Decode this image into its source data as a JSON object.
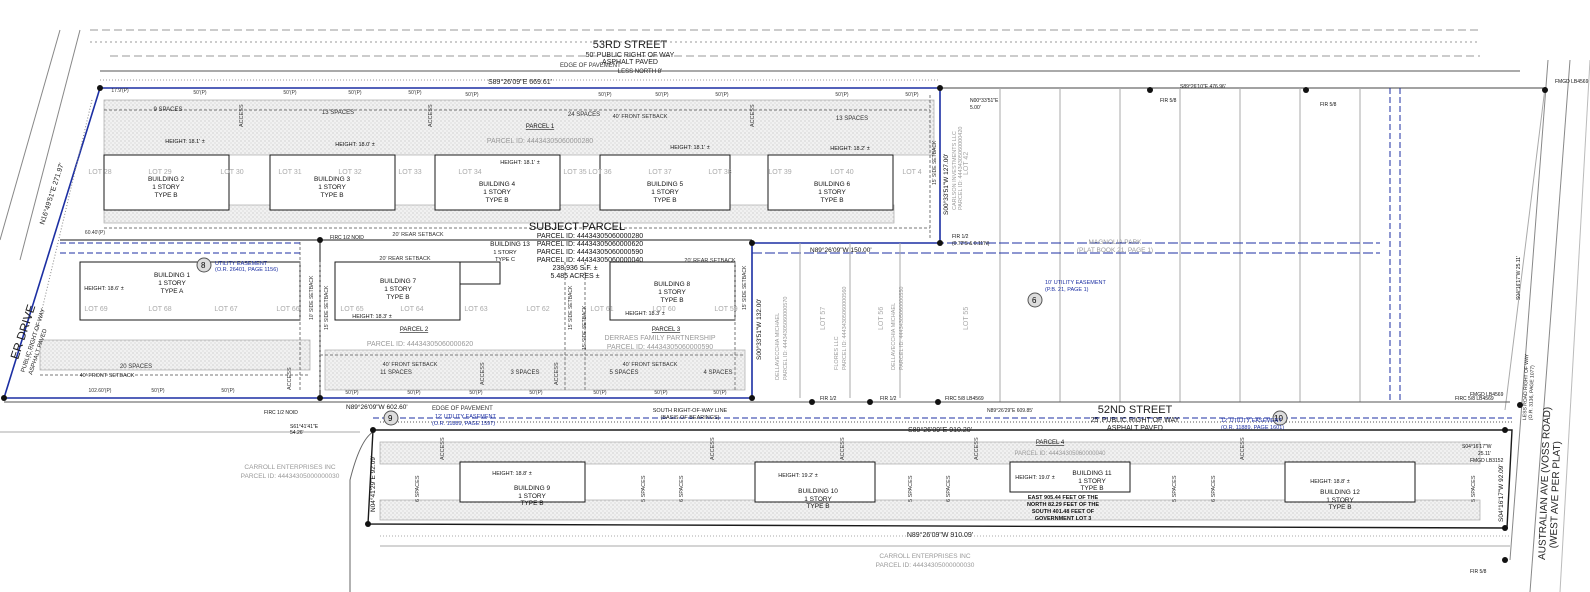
{
  "streets": {
    "north": {
      "name": "53RD STREET",
      "row": "50' PUBLIC RIGHT OF WAY",
      "surface": "ASPHALT PAVED",
      "less": "LESS NORTH 8'",
      "edge": "EDGE OF PAVEMENT",
      "bearing": "S89°26'09\"E  669.61'"
    },
    "south": {
      "name": "52ND STREET",
      "row": "25' PUBLIC RIGHT OF WAY",
      "surface": "ASPHALT PAVED",
      "edge": "EDGE OF PAVEMENT",
      "bearing": "S89°26'09\"E  910.20'",
      "bottom_bearing": "N89°26'09\"W  910.09'",
      "row_line": "SOUTH RIGHT-OF-WAY LINE",
      "basis": "(BASIS OF BEARINGS)",
      "top_dist": "N89°26'29\"E  609.85'"
    },
    "west": {
      "name": "ER DRIVE",
      "row": "PUBLIC RIGHT OF WAY",
      "surface": "ASPHALT PAVED",
      "bearing": "N16°49'51\"E  271.97'"
    },
    "east": {
      "line1": "AUSTRALIAN AVE (VOSS ROAD)",
      "line2": "(WEST AVE PER PLAT)",
      "less": "LESS ROAD RIGHT OF WAY",
      "or": "(O.R. 3136, PAGE 1077)"
    }
  },
  "subject": {
    "title": "SUBJECT PARCEL",
    "ids": [
      "PARCEL ID: 44434305060000280",
      "PARCEL ID: 44434305060000620",
      "PARCEL ID: 44434305060000590",
      "PARCEL ID: 44434305060000040"
    ],
    "area_sf": "238,936 S.F. ±",
    "area_ac": "5.485 ACRES ±"
  },
  "parcels": {
    "p1": "PARCEL 1",
    "p1_id": "PARCEL ID: 44434305060000280",
    "p2": "PARCEL 2",
    "p2_id": "PARCEL ID: 44434305060000620",
    "p3": "PARCEL 3",
    "p3_owner": "DERRAES FAMILY PARTNERSHIP",
    "p3_id": "PARCEL ID: 44434305060000590",
    "p4": "PARCEL 4",
    "p4_id": "PARCEL ID: 44434305060000040",
    "p4_note": [
      "EAST 905.44 FEET OF THE",
      "NORTH 82.29 FEET OF THE",
      "SOUTH 401.48 FEET OF",
      "GOVERNMENT LOT 3"
    ]
  },
  "buildings": [
    {
      "name": "BUILDING 1",
      "story": "1 STORY",
      "type": "TYPE A",
      "height": "HEIGHT: 18.6' ±"
    },
    {
      "name": "BUILDING 2",
      "story": "1 STORY",
      "type": "TYPE B",
      "height": "HEIGHT: 18.1' ±"
    },
    {
      "name": "BUILDING 3",
      "story": "1 STORY",
      "type": "TYPE B",
      "height": "HEIGHT: 18.0' ±"
    },
    {
      "name": "BUILDING 4",
      "story": "1 STORY",
      "type": "TYPE B",
      "height": "HEIGHT: 18.1' ±"
    },
    {
      "name": "BUILDING 5",
      "story": "1 STORY",
      "type": "TYPE B",
      "height": "HEIGHT: 18.1' ±"
    },
    {
      "name": "BUILDING 6",
      "story": "1 STORY",
      "type": "TYPE B",
      "height": "HEIGHT: 18.2' ±"
    },
    {
      "name": "BUILDING 7",
      "story": "1 STORY",
      "type": "TYPE B",
      "height": "HEIGHT: 18.3' ±"
    },
    {
      "name": "BUILDING 8",
      "story": "1 STORY",
      "type": "TYPE B",
      "height": "HEIGHT: 18.3' ±"
    },
    {
      "name": "BUILDING 9",
      "story": "1 STORY",
      "type": "TYPE B",
      "height": "HEIGHT: 18.8' ±"
    },
    {
      "name": "BUILDING 10",
      "story": "1 STORY",
      "type": "TYPE B",
      "height": "HEIGHT: 19.2' ±"
    },
    {
      "name": "BUILDING 11",
      "story": "1 STORY",
      "type": "TYPE B",
      "height": "HEIGHT: 19.0' ±"
    },
    {
      "name": "BUILDING 12",
      "story": "1 STORY",
      "type": "TYPE B",
      "height": "HEIGHT: 18.8' ±"
    },
    {
      "name": "BUILDING 13",
      "story": "1 STORY",
      "type": "TYPE C",
      "height": ""
    }
  ],
  "lots": {
    "top": [
      "LOT 28",
      "LOT 29",
      "LOT 30",
      "LOT 31",
      "LOT 32",
      "LOT 33",
      "LOT 34",
      "LOT 35",
      "LOT 36",
      "LOT 37",
      "LOT 38",
      "LOT 39",
      "LOT 40",
      "LOT 4"
    ],
    "mid": [
      "LOT 69",
      "LOT 68",
      "LOT 67",
      "LOT 66",
      "LOT 65",
      "LOT 64",
      "LOT 63",
      "LOT 62",
      "LOT 61",
      "LOT 60",
      "LOT 59"
    ],
    "east": [
      "LOT 42",
      "LOT 57",
      "LOT 56",
      "LOT 55"
    ]
  },
  "spaces": {
    "s9": "9 SPACES",
    "s13a": "13 SPACES",
    "s24": "24 SPACES",
    "s13b": "13 SPACES",
    "s20": "20 SPACES",
    "s11": "11 SPACES",
    "s3": "3 SPACES",
    "s5": "5 SPACES",
    "s4": "4 SPACES",
    "s6a": "6 SPACES",
    "s5a": "5 SPACES",
    "s6b": "6 SPACES",
    "s5b": "5 SPACES",
    "s6c": "6 SPACES",
    "s5c": "5 SPACES",
    "s6d": "6 SPACES",
    "s5d": "5 SPACES"
  },
  "setbacks": {
    "front40": "40' FRONT SETBACK",
    "rear20": "20' REAR SETBACK",
    "side15": "15' SIDE SETBACK",
    "side10": "10' SIDE SETBACK"
  },
  "labels": {
    "access": "ACCESS",
    "p50": "50'(P)",
    "p102": "102.60'(P)",
    "p17": "17.9'(P)",
    "p60": "60.40'(P)"
  },
  "neighbors": {
    "carlson": {
      "name": "CARLSON INVESTMENTS LLC",
      "id": "PARCEL ID: 44434305060000420"
    },
    "magnolia": {
      "name": "MAGNOLIA PARK",
      "plat": "(PLAT BOOK 21, PAGE 1)"
    },
    "dellavecchia1": {
      "name": "DELLAVECCHIA MICHAEL",
      "id": "PARCEL ID: 44434305060000570"
    },
    "flores": {
      "name": "FLORES LLC",
      "id": "PARCEL ID: 44434305060000560"
    },
    "dellavecchia2": {
      "name": "DELLAVECCHIA MICHAEL",
      "id": "PARCEL ID: 44434305060000550"
    },
    "carroll1": {
      "name": "CARROLL ENTERPRISES INC",
      "id": "PARCEL ID: 44434305000000030"
    },
    "carroll2": {
      "name": "CARROLL ENTERPRISES INC",
      "id": "PARCEL ID: 44434305000000030"
    }
  },
  "easements": {
    "e8": {
      "num": "8",
      "text": "UTILITY EASEMENT",
      "ref": "(O.R. 26401, PAGE 1156)"
    },
    "e6": {
      "num": "6",
      "text": "10' UTILITY EASEMENT",
      "ref": "(P.B. 21, PAGE 1)"
    },
    "e9": {
      "num": "9",
      "text": "12' UTILITY EASEMENT",
      "ref": "(O.R. 11889, PAGE 1597)"
    },
    "e10": {
      "num": "10",
      "text": "12' UTILITY EASEMENT",
      "ref": "(O.R. 11889, PAGE 1601)"
    }
  },
  "bearings": {
    "n_east": "N00°33'51\"E",
    "n_east_d": "5.00'",
    "s_east": "S00°33'51\"W  127.00'",
    "mid_n": "N89°26'09\"W  150.00'",
    "mid_s": "S00°33'51\"W  132.00'",
    "subj_s": "N89°26'09\"W  602.60'",
    "top_east": "S89°26'10\"E  476.96'",
    "west_s": "N04°41'29\"E  92.09'",
    "east_s": "S04°16'17\"W  92.09'",
    "corner": "S61°41'41\"E",
    "corner_d": "54.26'",
    "e_s2": "S04°16'17\"W",
    "e_s2_d": "25.11'",
    "e_long": "S04°16'17\"W  25.11'"
  },
  "monuments": {
    "firc_noid": "FIRC 1/2 NOID",
    "fir12": "FIR 1/2",
    "fir58": "FIR 5/8",
    "firc58": "FIRC 5/8 LB4569",
    "fmgd": "FMGD LB4569",
    "fmgd2": "FMGD LB3152",
    "fir12b": "FIR 1/2",
    "fir12_note": "(0.72'S & 0.11'N)"
  },
  "colors": {
    "line": "#1a1a1a",
    "blue": "#1c2fa3",
    "gray": "#8c8c8c",
    "light": "#c8c8c8",
    "hatch": "#d9d9d9"
  }
}
